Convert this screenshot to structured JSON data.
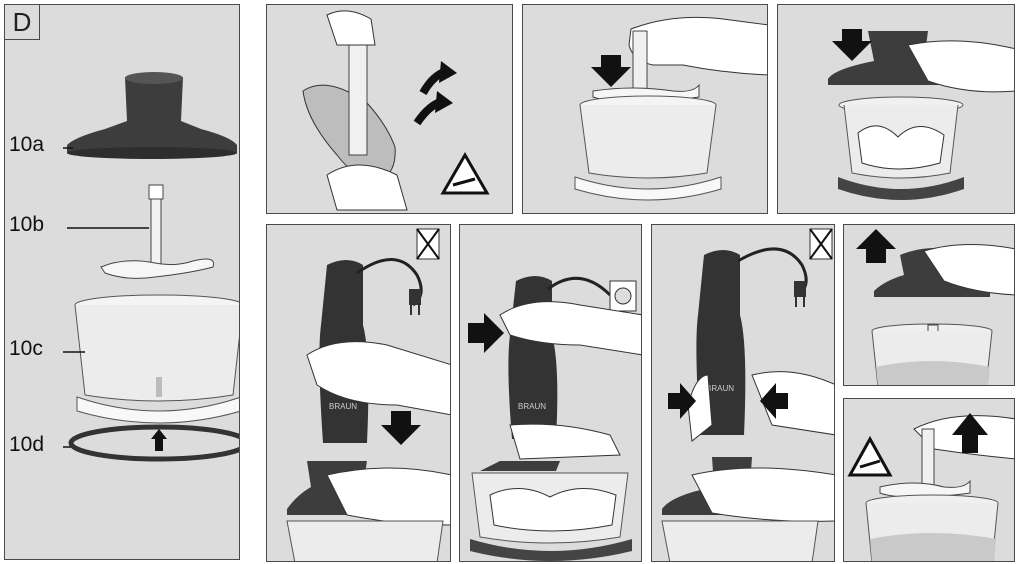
{
  "section": "D",
  "parts": [
    {
      "id": "10a",
      "label": "10a"
    },
    {
      "id": "10b",
      "label": "10b"
    },
    {
      "id": "10c",
      "label": "10c"
    },
    {
      "id": "10d",
      "label": "10d"
    }
  ],
  "brand": "BRAUN",
  "colors": {
    "panel_bg": "#dcdcdc",
    "border": "#4a4a4a",
    "dark_part": "#3d3d3d",
    "bowl": "#eeeeee",
    "skin": "#ffffff",
    "arrow": "#111111"
  },
  "icons": [
    "sharp-blade-warning-icon",
    "no-water-crossed-out-icon",
    "arrow-down-icon",
    "arrow-up-icon",
    "arrow-right-icon",
    "arrow-left-icon",
    "wall-socket-icon",
    "plug-icon"
  ]
}
